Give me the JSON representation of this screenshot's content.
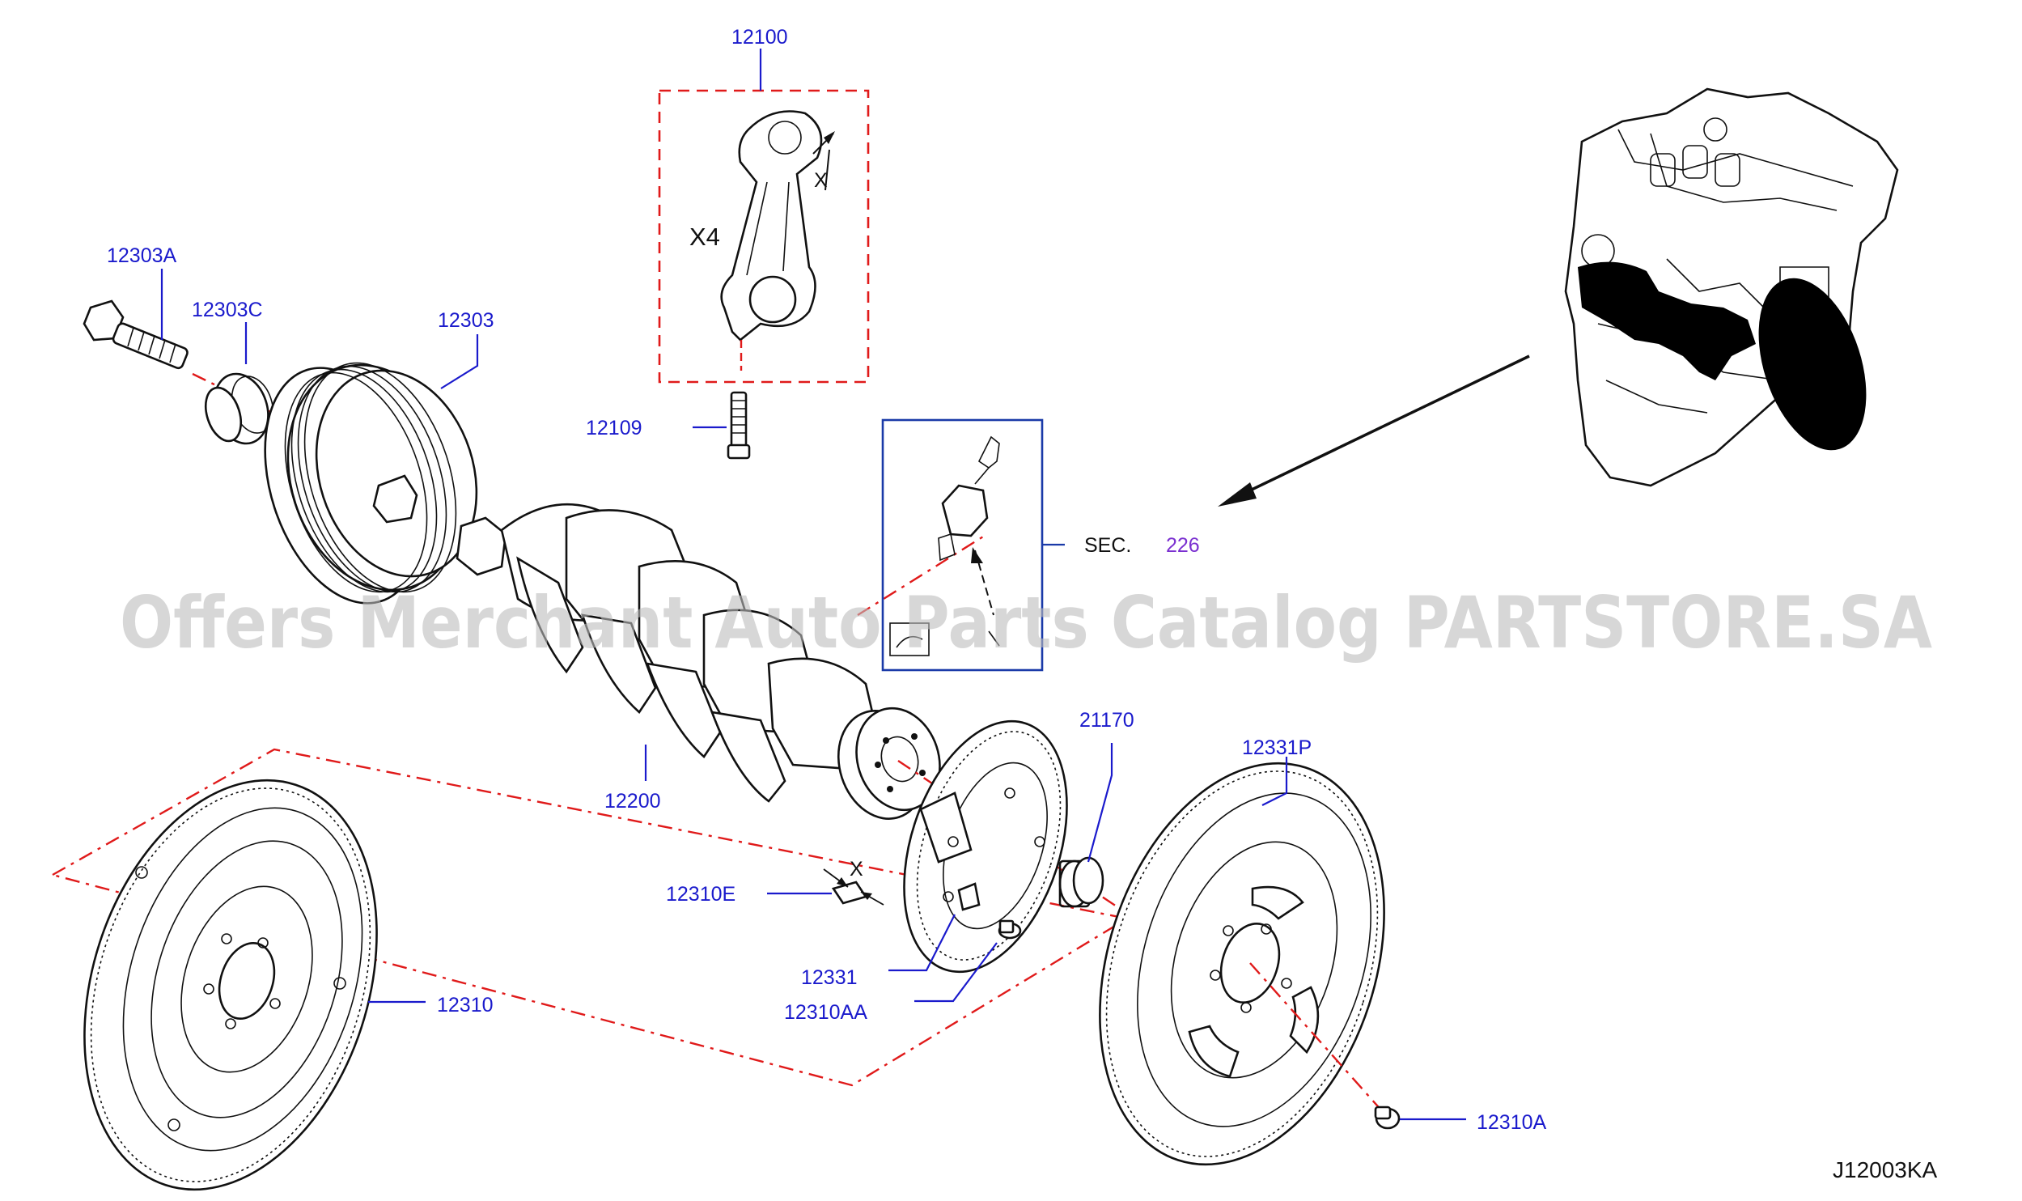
{
  "labels": {
    "p12100": "12100",
    "p12303A": "12303A",
    "p12303C": "12303C",
    "p12303": "12303",
    "p12109": "12109",
    "pX4": "X4",
    "pX_rod": "X",
    "pSEC": "SEC.",
    "p226": "226",
    "p21170": "21170",
    "p12331P": "12331P",
    "p12200": "12200",
    "p12310E": "12310E",
    "pX_plate": "X",
    "p12331": "12331",
    "p12310AA": "12310AA",
    "p12310": "12310",
    "p12310A": "12310A"
  },
  "watermark": "Offers Merchant Auto Parts Catalog PARTSTORE.SA",
  "diagram_code": "J12003KA",
  "colors": {
    "label": "#1a1acc",
    "section_ref": "#7a2fd0",
    "phantom_line": "#e01a1a",
    "section_box": "#1a3aa8"
  }
}
